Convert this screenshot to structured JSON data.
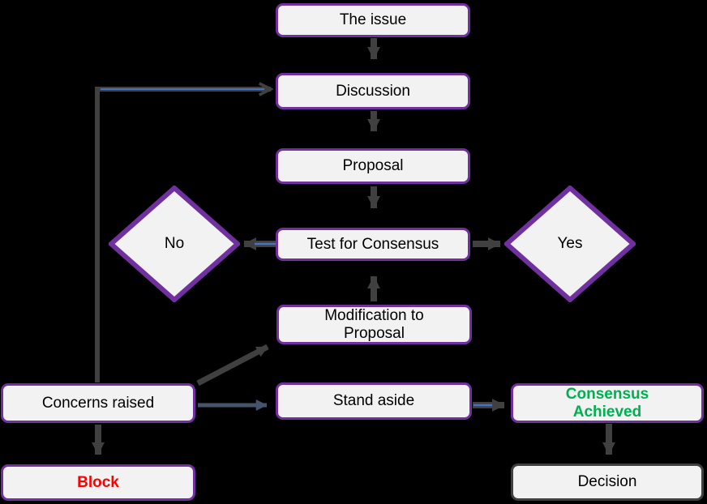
{
  "diagram": {
    "type": "flowchart",
    "background_color": "#000000",
    "colors": {
      "node_fill": "#F2F2F2",
      "node_border_purple": "#7030A0",
      "node_border_gray": "#404040",
      "arrow_gray": "#404040",
      "arrow_slate": "#44546A",
      "arrow_blue_core": "#4472C4",
      "text_green": "#00B050",
      "text_red": "#FF0000",
      "text_black": "#000000"
    },
    "nodes": {
      "issue": {
        "label": "The issue"
      },
      "discussion": {
        "label": "Discussion"
      },
      "proposal": {
        "label": "Proposal"
      },
      "test": {
        "label": "Test for Consensus"
      },
      "no": {
        "label": "No"
      },
      "yes": {
        "label": "Yes"
      },
      "modification": {
        "label": "Modification to Proposal",
        "lines": [
          "Modification to",
          "Proposal"
        ]
      },
      "concerns": {
        "label": "Concerns raised"
      },
      "stand": {
        "label": "Stand aside"
      },
      "consensus": {
        "label": "Consensus Achieved",
        "lines": [
          "Consensus",
          "Achieved"
        ]
      },
      "block": {
        "label": "Block"
      },
      "decision": {
        "label": "Decision"
      }
    },
    "edges": [
      {
        "from": "The issue",
        "to": "Discussion"
      },
      {
        "from": "Discussion",
        "to": "Proposal"
      },
      {
        "from": "Proposal",
        "to": "Test for Consensus"
      },
      {
        "from": "Test for Consensus",
        "to": "No"
      },
      {
        "from": "Test for Consensus",
        "to": "Yes"
      },
      {
        "from": "Modification to Proposal",
        "to": "Test for Consensus"
      },
      {
        "from": "Concerns raised",
        "to": "Discussion"
      },
      {
        "from": "Concerns raised",
        "to": "Modification to Proposal"
      },
      {
        "from": "Concerns raised",
        "to": "Stand aside"
      },
      {
        "from": "Concerns raised",
        "to": "Block"
      },
      {
        "from": "Stand aside",
        "to": "Consensus Achieved"
      },
      {
        "from": "Consensus Achieved",
        "to": "Decision"
      }
    ]
  }
}
